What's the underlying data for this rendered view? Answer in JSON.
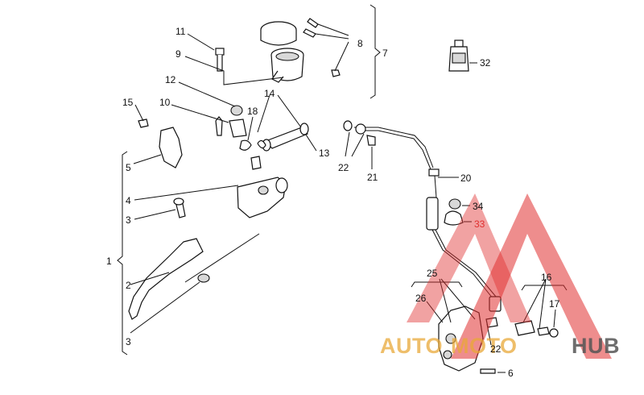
{
  "diagram": {
    "callouts": {
      "c1": "1",
      "c2": "2",
      "c3a": "3",
      "c3b": "3",
      "c4": "4",
      "c5": "5",
      "c6": "6",
      "c7": "7",
      "c8": "8",
      "c9": "9",
      "c10": "10",
      "c11": "11",
      "c12": "12",
      "c13": "13",
      "c14": "14",
      "c15": "15",
      "c16": "16",
      "c17": "17",
      "c18": "18",
      "c20": "20",
      "c21": "21",
      "c22a": "22",
      "c22b": "22",
      "c25": "25",
      "c26": "26",
      "c32": "32",
      "c33": "33",
      "c34": "34"
    }
  },
  "watermark": {
    "part1": "AUTO",
    "part2": "MOTO",
    "part3": "HUB",
    "color_primary": "#e8a838",
    "color_secondary": "#555555",
    "triangle_color": "#e03030"
  }
}
